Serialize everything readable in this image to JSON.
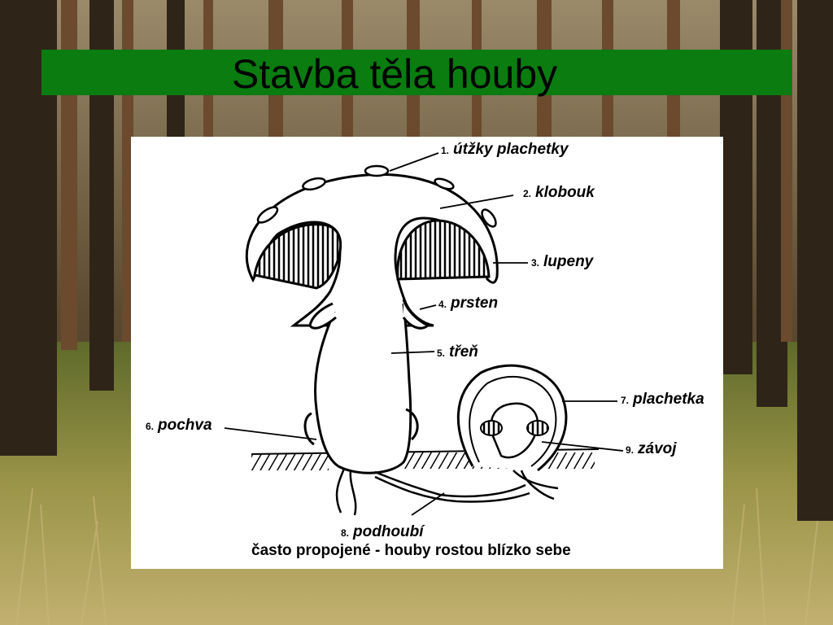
{
  "slide": {
    "title": "Stavba těla houby"
  },
  "diagram": {
    "labels": [
      {
        "num": "1.",
        "text": "útžky plachetky"
      },
      {
        "num": "2.",
        "text": "klobouk"
      },
      {
        "num": "3.",
        "text": "lupeny"
      },
      {
        "num": "4.",
        "text": "prsten"
      },
      {
        "num": "5.",
        "text": "třeň"
      },
      {
        "num": "6.",
        "text": "pochva"
      },
      {
        "num": "7.",
        "text": "plachetka"
      },
      {
        "num": "8.",
        "text": "podhoubí"
      },
      {
        "num": "9.",
        "text": "závoj"
      }
    ],
    "note": "často propojené - houby rostou blízko sebe"
  },
  "colors": {
    "title_bar": "#0a7c10",
    "title_text": "#000000",
    "panel": "#ffffff"
  }
}
